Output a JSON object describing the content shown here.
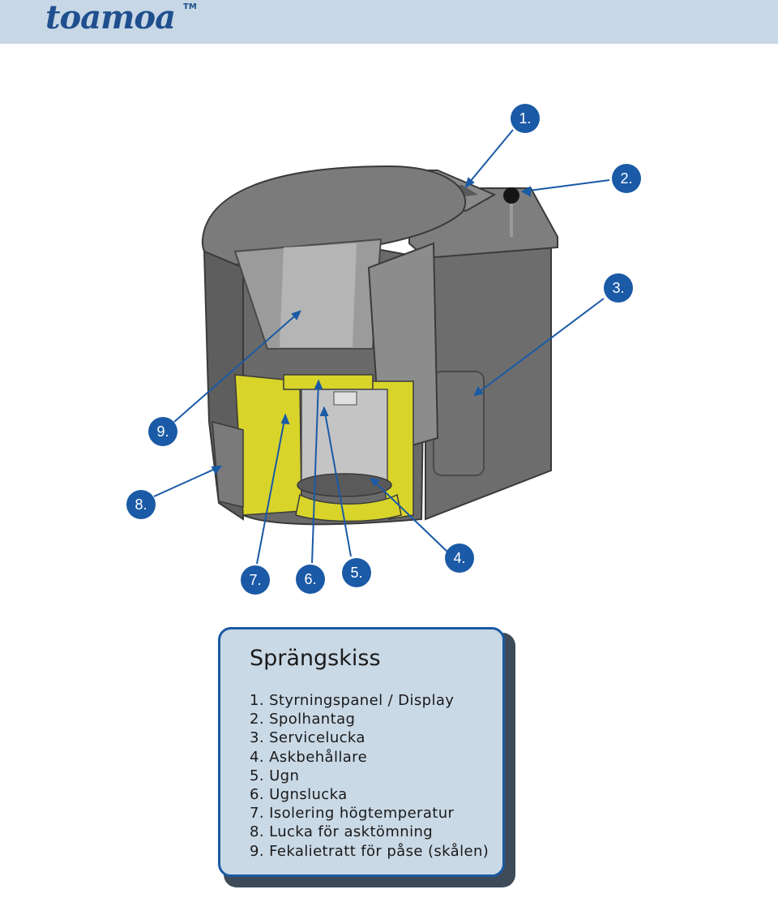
{
  "header": {
    "logo_text": "toamoa",
    "trademark": "TM",
    "bar_color": "#c7d7e6",
    "brand_color": "#1f4f8e"
  },
  "diagram": {
    "callout_color": "#1a5aa6",
    "insulation_color": "#d8d42a",
    "callouts": [
      "1.",
      "2.",
      "3.",
      "4.",
      "5.",
      "6.",
      "7.",
      "8.",
      "9."
    ]
  },
  "legend": {
    "title": "Sprängskiss",
    "items": [
      "1.  Styrningspanel / Display",
      "2.   Spolhantag",
      "3.   Servicelucka",
      "4.  Askbehållare",
      "5.  Ugn",
      "6.  Ugnslucka",
      "7.  Isolering högtemperatur",
      "8.  Lucka för asktömning",
      "9.  Fekalietratt för påse (skålen)"
    ]
  }
}
